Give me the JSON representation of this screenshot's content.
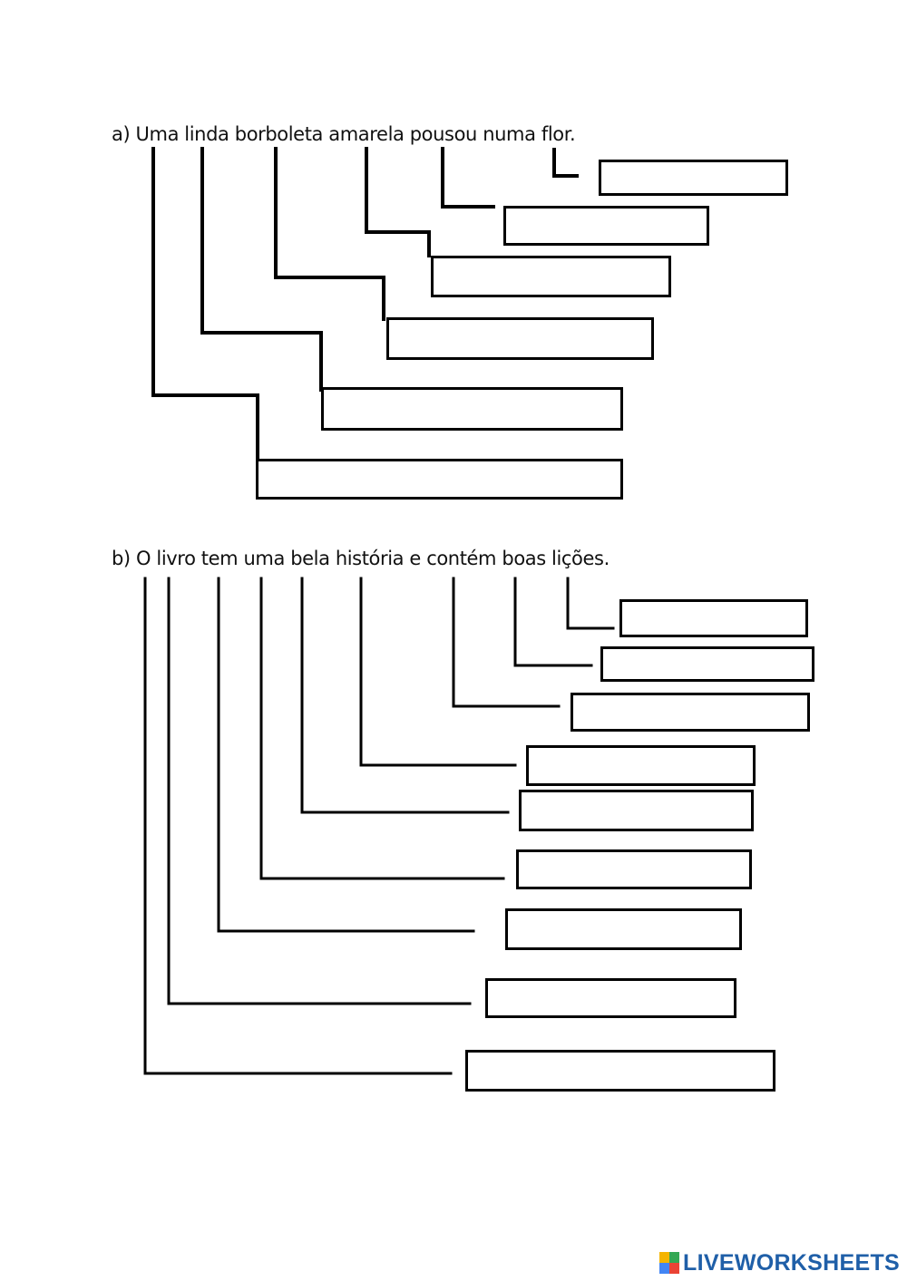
{
  "exercise_a": {
    "sentence": "a) Uma linda borboleta amarela pousou numa flor."
  },
  "exercise_b": {
    "sentence": "b) O livro tem uma bela história e contém boas lições."
  },
  "answers_a": [
    "",
    "",
    "",
    "",
    "",
    ""
  ],
  "answers_b": [
    "",
    "",
    "",
    "",
    "",
    "",
    "",
    "",
    ""
  ],
  "footer": {
    "logo_text": "LIVEWORKSHEETS",
    "logo_icon": "liveworksheets-logo-icon",
    "logo_color": "#1f5fa8"
  }
}
